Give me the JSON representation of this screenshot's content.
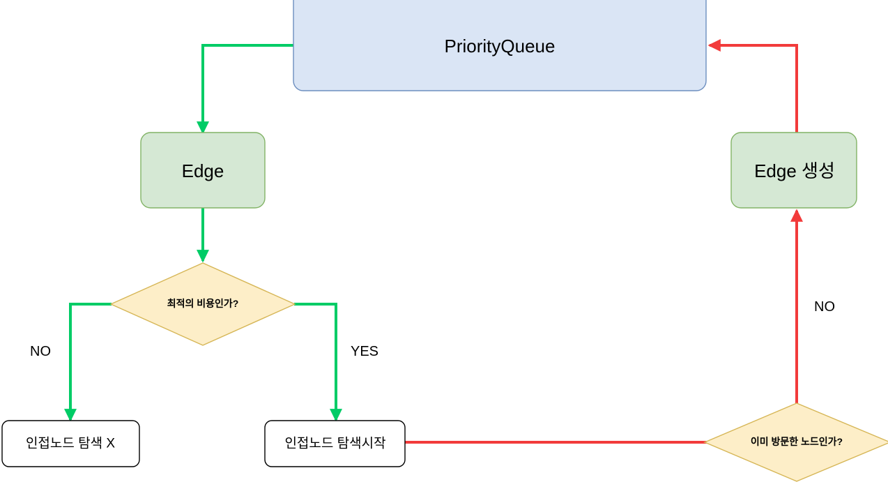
{
  "diagram": {
    "title": "Dijkstra PriorityQueue flowchart",
    "colors": {
      "queue_fill": "#dae5f5",
      "queue_stroke": "#6c8ebf",
      "process_fill": "#d5e8d4",
      "process_stroke": "#82b366",
      "decision_fill": "#fdeec8",
      "decision_stroke": "#d6b656",
      "terminal_fill": "#ffffff",
      "terminal_stroke": "#000000",
      "flow_green": "#00cc66",
      "flow_red": "#f23b3b"
    },
    "nodes": [
      {
        "id": "priority-queue",
        "label": "PriorityQueue",
        "shape": "rounded-rect",
        "kind": "queue"
      },
      {
        "id": "edge",
        "label": "Edge",
        "shape": "rounded-rect",
        "kind": "process"
      },
      {
        "id": "edge-create",
        "label": "Edge 생성",
        "shape": "rounded-rect",
        "kind": "process"
      },
      {
        "id": "optimal-cost",
        "label": "최적의 비용인가?",
        "shape": "diamond",
        "kind": "decision"
      },
      {
        "id": "already-visited",
        "label": "이미 방문한 노드인가?",
        "shape": "diamond",
        "kind": "decision"
      },
      {
        "id": "no-adjacent-search",
        "label": "인접노드 탐색 X",
        "shape": "rounded-rect",
        "kind": "terminal"
      },
      {
        "id": "start-adjacent-search",
        "label": "인접노드 탐색시작",
        "shape": "rounded-rect",
        "kind": "terminal"
      }
    ],
    "edge_labels": {
      "optimal_no": "NO",
      "optimal_yes": "YES",
      "visited_no": "NO"
    },
    "connectors": [
      {
        "id": "queue-to-edge",
        "from": "priority-queue",
        "to": "edge",
        "color": "flow_green",
        "label": ""
      },
      {
        "id": "edge-to-optimal",
        "from": "edge",
        "to": "optimal-cost",
        "color": "flow_green",
        "label": ""
      },
      {
        "id": "optimal-no",
        "from": "optimal-cost",
        "to": "no-adjacent-search",
        "color": "flow_green",
        "label": "NO"
      },
      {
        "id": "optimal-yes",
        "from": "optimal-cost",
        "to": "start-adjacent-search",
        "color": "flow_green",
        "label": "YES"
      },
      {
        "id": "search-to-visited",
        "from": "start-adjacent-search",
        "to": "already-visited",
        "color": "flow_red",
        "label": ""
      },
      {
        "id": "visited-no",
        "from": "already-visited",
        "to": "edge-create",
        "color": "flow_red",
        "label": "NO"
      },
      {
        "id": "create-to-queue",
        "from": "edge-create",
        "to": "priority-queue",
        "color": "flow_red",
        "label": ""
      }
    ]
  }
}
